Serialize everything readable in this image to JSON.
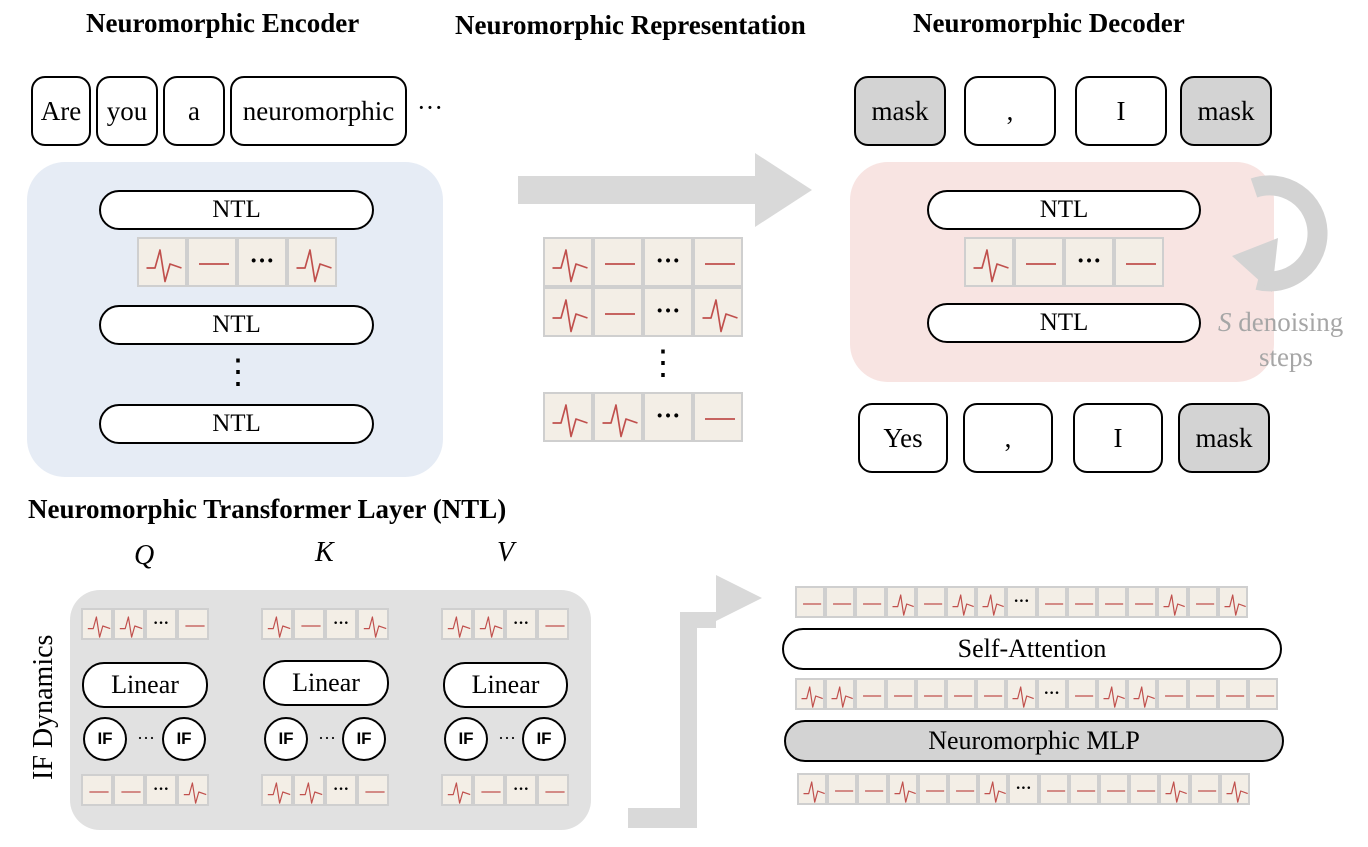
{
  "titles": {
    "encoder": "Neuromorphic Encoder",
    "representation": "Neuromorphic Representation",
    "decoder": "Neuromorphic Decoder",
    "ntl": "Neuromorphic  Transformer Layer (NTL)"
  },
  "encoder": {
    "tokens": [
      "Are",
      "you",
      "a",
      "neuromorphic"
    ],
    "ellipsis": "···",
    "layer_label": "NTL",
    "vdots": "⋮"
  },
  "decoder": {
    "input_tokens": [
      "mask",
      ",",
      "I",
      "mask"
    ],
    "output_tokens": [
      "Yes",
      ",",
      "I",
      "mask"
    ],
    "layer_label": "NTL",
    "steps_var": "S",
    "steps_text_1": "denoising",
    "steps_text_2": "steps"
  },
  "representation": {
    "vdots": "⋮"
  },
  "ntl_detail": {
    "side_label": "IF Dynamics",
    "qkv": [
      "Q",
      "K",
      "V"
    ],
    "linear_label": "Linear",
    "if_label": "IF",
    "ellipsis": "···",
    "self_attention": "Self-Attention",
    "mlp": "Neuromorphic MLP"
  },
  "colors": {
    "encoder_panel": "#e6ecf5",
    "decoder_panel": "#f8e4e2",
    "if_panel": "#e1e1e1",
    "arrow": "#d9d9d9",
    "spike": "#c0504d",
    "cell_bg": "#f3eee6"
  }
}
